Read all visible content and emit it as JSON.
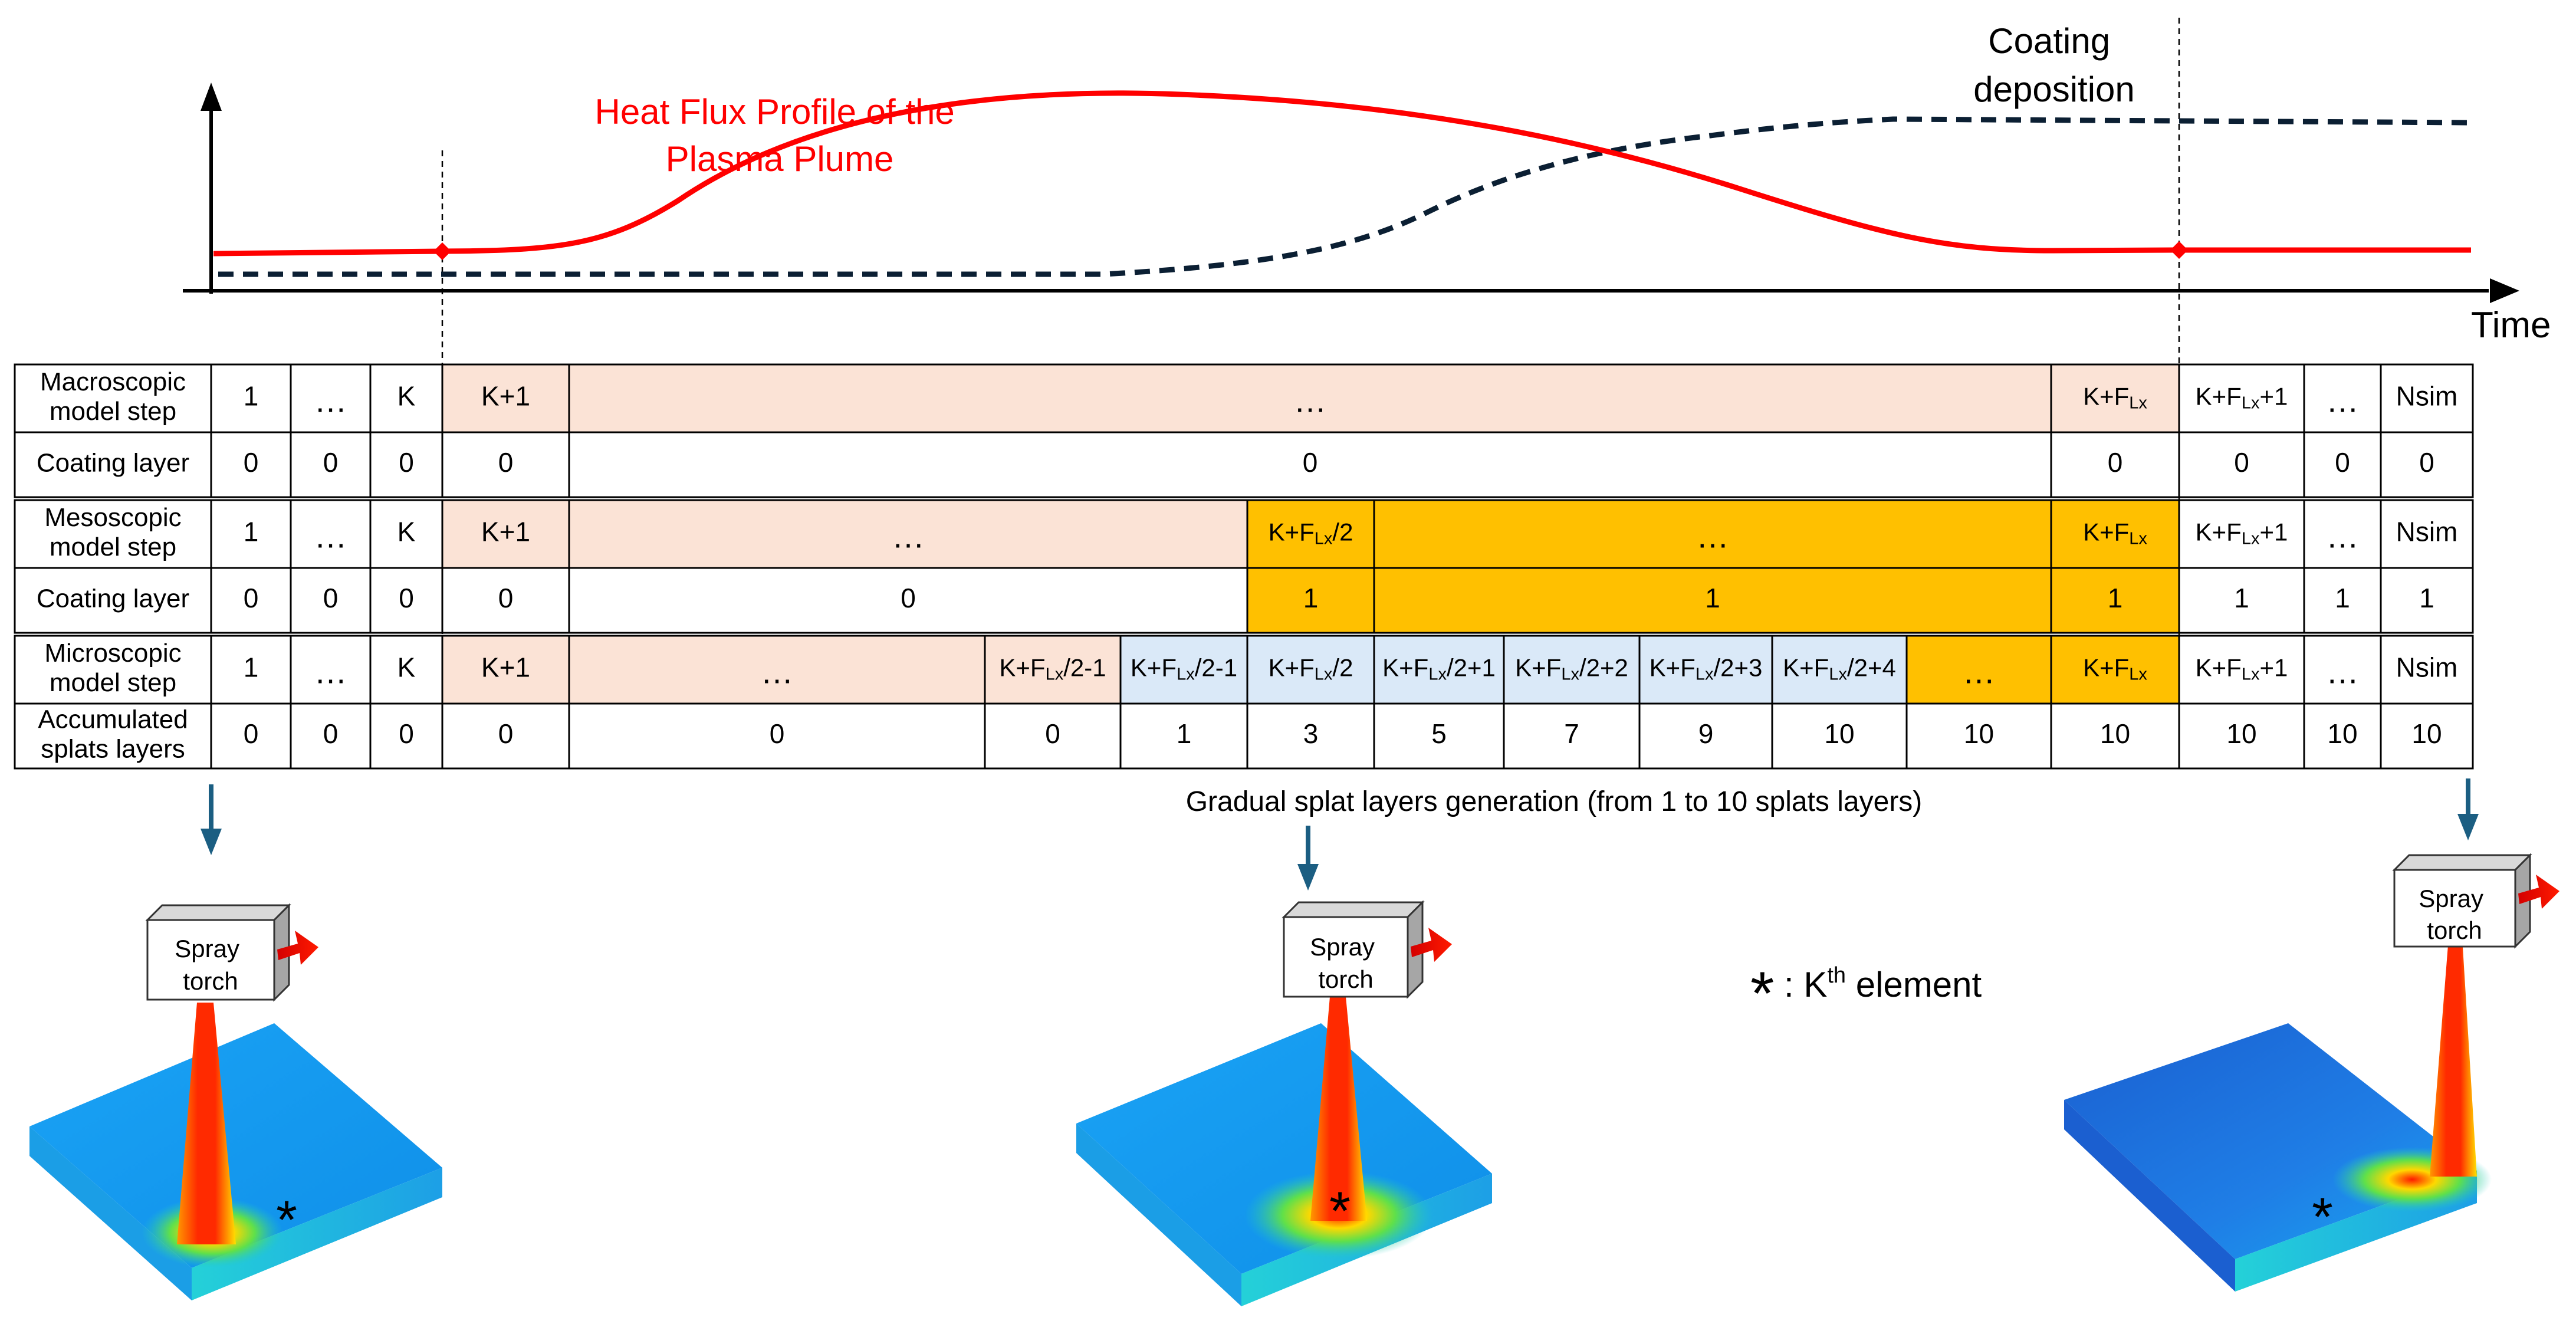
{
  "chart": {
    "heat_flux_label": [
      "Heat Flux Profile of the",
      "Plasma Plume"
    ],
    "coating_label": [
      "Coating",
      "deposition"
    ],
    "x_axis_label": "Time",
    "colors": {
      "heat_flux": "#ff0000",
      "coating": "#0b1f33",
      "axis": "#000000"
    }
  },
  "tables": [
    {
      "id": "macroscopic",
      "rows": [
        {
          "label": [
            "Macroscopic",
            "model step"
          ],
          "cells": [
            {
              "t": "1"
            },
            {
              "t": "…"
            },
            {
              "t": "K"
            },
            {
              "t": "K+1",
              "c": "pink"
            },
            {
              "t": "…",
              "c": "pink"
            },
            {
              "t": "K+F",
              "sub": "Lx",
              "c": "pink"
            },
            {
              "t": "K+F",
              "sub": "Lx",
              "after": "+1"
            },
            {
              "t": "…"
            },
            {
              "t": "Nsim"
            }
          ]
        },
        {
          "label": [
            "Coating layer"
          ],
          "cells": [
            {
              "t": "0"
            },
            {
              "t": "0"
            },
            {
              "t": "0"
            },
            {
              "t": "0"
            },
            {
              "t": "0"
            },
            {
              "t": "0"
            },
            {
              "t": "0"
            },
            {
              "t": "0"
            },
            {
              "t": "0"
            }
          ]
        }
      ]
    },
    {
      "id": "mesoscopic",
      "rows": [
        {
          "label": [
            "Mesoscopic",
            "model step"
          ],
          "cells": [
            {
              "t": "1"
            },
            {
              "t": "…"
            },
            {
              "t": "K"
            },
            {
              "t": "K+1",
              "c": "pink"
            },
            {
              "t": "…",
              "c": "pink"
            },
            {
              "t": "K+F",
              "sub": "Lx",
              "after": "/2",
              "c": "orange"
            },
            {
              "t": "…",
              "c": "orange"
            },
            {
              "t": "K+F",
              "sub": "Lx",
              "c": "orange"
            },
            {
              "t": "K+F",
              "sub": "Lx",
              "after": "+1"
            },
            {
              "t": "…"
            },
            {
              "t": "Nsim"
            }
          ]
        },
        {
          "label": [
            "Coating layer"
          ],
          "cells": [
            {
              "t": "0"
            },
            {
              "t": "0"
            },
            {
              "t": "0"
            },
            {
              "t": "0"
            },
            {
              "t": "0"
            },
            {
              "t": "1",
              "c": "orange"
            },
            {
              "t": "1",
              "c": "orange"
            },
            {
              "t": "1",
              "c": "orange"
            },
            {
              "t": "1"
            },
            {
              "t": "1"
            },
            {
              "t": "1"
            }
          ]
        }
      ]
    },
    {
      "id": "microscopic",
      "rows": [
        {
          "label": [
            "Microscopic",
            "model step"
          ],
          "cells": [
            {
              "t": "1"
            },
            {
              "t": "…"
            },
            {
              "t": "K"
            },
            {
              "t": "K+1",
              "c": "pink"
            },
            {
              "t": "…",
              "c": "pink"
            },
            {
              "t": "K+F",
              "sub": "Lx",
              "after": "/2-1",
              "c": "pink"
            },
            {
              "t": "K+F",
              "sub": "Lx",
              "after": "/2-1",
              "c": "blue"
            },
            {
              "t": "K+F",
              "sub": "Lx",
              "after": "/2",
              "c": "blue"
            },
            {
              "t": "K+F",
              "sub": "Lx",
              "after": "/2+1",
              "c": "blue"
            },
            {
              "t": "K+F",
              "sub": "Lx",
              "after": "/2+2",
              "c": "blue"
            },
            {
              "t": "K+F",
              "sub": "Lx",
              "after": "/2+3",
              "c": "blue"
            },
            {
              "t": "K+F",
              "sub": "Lx",
              "after": "/2+4",
              "c": "blue"
            },
            {
              "t": "…",
              "c": "orange"
            },
            {
              "t": "K+F",
              "sub": "Lx",
              "c": "orange"
            },
            {
              "t": "K+F",
              "sub": "Lx",
              "after": "+1"
            },
            {
              "t": "…"
            },
            {
              "t": "Nsim"
            }
          ]
        },
        {
          "label": [
            "Accumulated",
            "splats layers"
          ],
          "cells": [
            {
              "t": "0"
            },
            {
              "t": "0"
            },
            {
              "t": "0"
            },
            {
              "t": "0"
            },
            {
              "t": "0"
            },
            {
              "t": "0"
            },
            {
              "t": "1"
            },
            {
              "t": "3"
            },
            {
              "t": "5"
            },
            {
              "t": "7"
            },
            {
              "t": "9"
            },
            {
              "t": "10"
            },
            {
              "t": "10"
            },
            {
              "t": "10"
            },
            {
              "t": "10"
            },
            {
              "t": "10"
            },
            {
              "t": "10"
            }
          ]
        }
      ]
    }
  ],
  "cell_colors": {
    "pink": "#fbe3d6",
    "orange": "#ffc000",
    "blue": "#dae9f8"
  },
  "gradual_caption": "Gradual splat layers generation (from 1 to 10 splats layers)",
  "torch_label": [
    "Spray",
    "torch"
  ],
  "kth_legend": {
    "star": "*",
    "text": ": K",
    "sup": "th",
    "tail": " element"
  },
  "element_marker": "*"
}
